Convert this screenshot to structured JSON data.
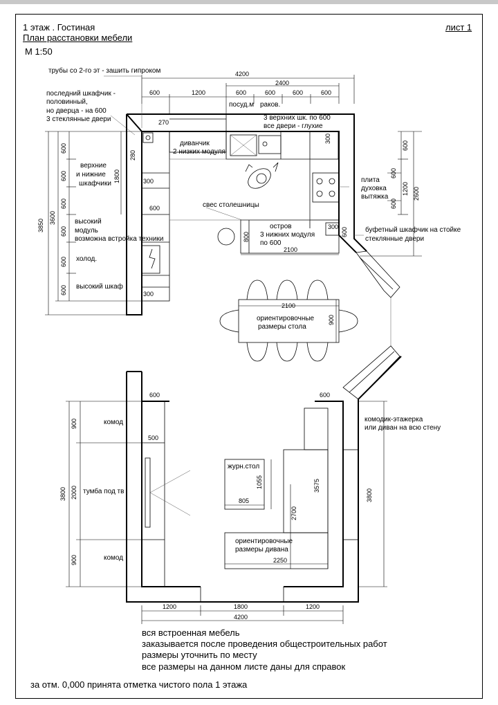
{
  "header": {
    "floor_room": "1 этаж .   Гостиная",
    "sheet": "лист 1",
    "plan_title": "План расстановки мебели",
    "scale": "М 1:50"
  },
  "annotations": {
    "pipes": "трубы со 2-го эт - зашить гипроком",
    "last_cabinet_1": "последний шкафчик -",
    "last_cabinet_2": "половинный,",
    "last_cabinet_3": "но дверца - на 600",
    "last_cabinet_4": "3 стеклянные двери",
    "upper_lower_1": "верхние",
    "upper_lower_2": "и нижние",
    "upper_lower_3": "шкафчики",
    "tall_module_1": "высокий",
    "tall_module_2": "модуль",
    "tall_module_3": "возможна встройка техники",
    "fridge": "холод.",
    "tall_cabinet": "высокий шкаф",
    "sofa_small_1": "диванчик",
    "sofa_small_2": "2 низких модуля",
    "dish": "посуд.м",
    "sink": "раков.",
    "upper_3_1": "3 верхних шк. по 600",
    "upper_3_2": "все двери - глухие",
    "stove_1": "плита",
    "stove_2": "духовка",
    "stove_3": "вытяжка",
    "overhang": "свес столешницы",
    "island_1": "остров",
    "island_2": "3 нижних модуля",
    "island_3": "по 600",
    "buffet_1": "буфетный шкафчик на стойке",
    "buffet_2": "стеклянные двери",
    "table_1": "ориентировочные",
    "table_2": "размеры стола",
    "dresser": "комод",
    "tv_stand": "тумба под тв",
    "coffee_table": "журн.стол",
    "sofa_1": "ориентировочные",
    "sofa_2": "размеры дивана",
    "shelf_1": "комодик-этажерка",
    "shelf_2": "или диван на всю стену"
  },
  "dims": {
    "d4200_top": "4200",
    "d2400": "2400",
    "d600_a": "600",
    "d1200_a": "1200",
    "d600_b": "600",
    "d600_c": "600",
    "d600_d": "600",
    "d600_e": "600",
    "d270": "270",
    "d280": "280",
    "d1800_v": "1800",
    "d300_a": "300",
    "d600_f": "600",
    "d300_b": "300",
    "d600_l1": "600",
    "d600_l2": "600",
    "d600_l3": "600",
    "d600_l4": "600",
    "d600_l5": "600",
    "d600_l6": "600",
    "d3600": "3600",
    "d3850": "3850",
    "d300_r": "300",
    "d600_r1": "600",
    "d600_r2": "600",
    "d600_r3": "600",
    "d1200_r": "1200",
    "d2600_r": "2600",
    "d800_i": "800",
    "d300_i": "300",
    "d600_i": "600",
    "d2100_i": "2100",
    "d2100_t": "2100",
    "d900_t": "900",
    "d600_ll": "600",
    "d600_lr": "600",
    "d500": "500",
    "d900_l1": "900",
    "d2000_l": "2000",
    "d900_l2": "900",
    "d3800_l": "3800",
    "d1055": "1055",
    "d805": "805",
    "d3575": "3575",
    "d2700": "2700",
    "d2250": "2250",
    "d3800_r": "3800",
    "d1200_b1": "1200",
    "d1800_b": "1800",
    "d1200_b2": "1200",
    "d4200_b": "4200"
  },
  "notes": {
    "n1": "вся встроенная мебель",
    "n2": "заказывается после проведения общестроительных работ",
    "n3": "размеры уточнить по месту",
    "n4": "все размеры на данном листе даны для справок",
    "footer": "за отм. 0,000 принята отметка чистого пола  1 этажа"
  }
}
